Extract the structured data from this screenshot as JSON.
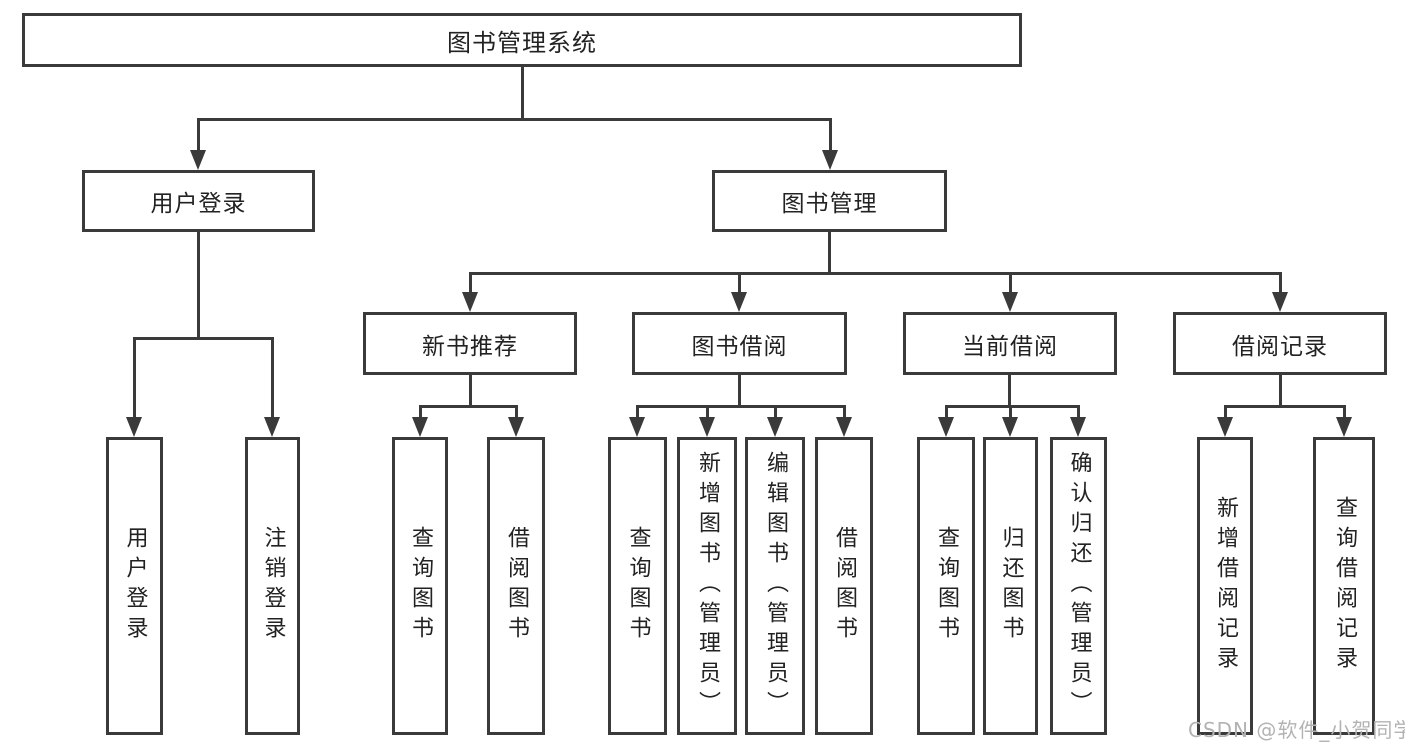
{
  "diagram": {
    "title": "图书管理系统",
    "watermark": "CSDN @软件_小贺同学",
    "colors": {
      "background": "#ffffff",
      "line": "#3a3a3a",
      "text": "#222222",
      "watermark": "#b3b3b3"
    },
    "nodes": {
      "root": "图书管理系统",
      "user_login": "用户登录",
      "book_mgmt": "图书管理",
      "new_book_rec": "新书推荐",
      "book_borrow": "图书借阅",
      "current_borrow": "当前借阅",
      "borrow_record": "借阅记录",
      "leaf_user_login": "用户登录",
      "leaf_logout": "注销登录",
      "leaf_nbr_query": "查询图书",
      "leaf_nbr_borrow": "借阅图书",
      "leaf_bb_query": "查询图书",
      "leaf_bb_add": "新增图书（管理员）",
      "leaf_bb_edit": "编辑图书（管理员）",
      "leaf_bb_borrow": "借阅图书",
      "leaf_cb_query": "查询图书",
      "leaf_cb_return": "归还图书",
      "leaf_cb_confirm": "确认归还（管理员）",
      "leaf_br_add": "新增借阅记录",
      "leaf_br_query": "查询借阅记录"
    },
    "tree": {
      "label": "图书管理系统",
      "children": [
        {
          "label": "用户登录",
          "children": [
            {
              "label": "用户登录"
            },
            {
              "label": "注销登录"
            }
          ]
        },
        {
          "label": "图书管理",
          "children": [
            {
              "label": "新书推荐",
              "children": [
                {
                  "label": "查询图书"
                },
                {
                  "label": "借阅图书"
                }
              ]
            },
            {
              "label": "图书借阅",
              "children": [
                {
                  "label": "查询图书"
                },
                {
                  "label": "新增图书（管理员）"
                },
                {
                  "label": "编辑图书（管理员）"
                },
                {
                  "label": "借阅图书"
                }
              ]
            },
            {
              "label": "当前借阅",
              "children": [
                {
                  "label": "查询图书"
                },
                {
                  "label": "归还图书"
                },
                {
                  "label": "确认归还（管理员）"
                }
              ]
            },
            {
              "label": "借阅记录",
              "children": [
                {
                  "label": "新增借阅记录"
                },
                {
                  "label": "查询借阅记录"
                }
              ]
            }
          ]
        }
      ]
    }
  }
}
